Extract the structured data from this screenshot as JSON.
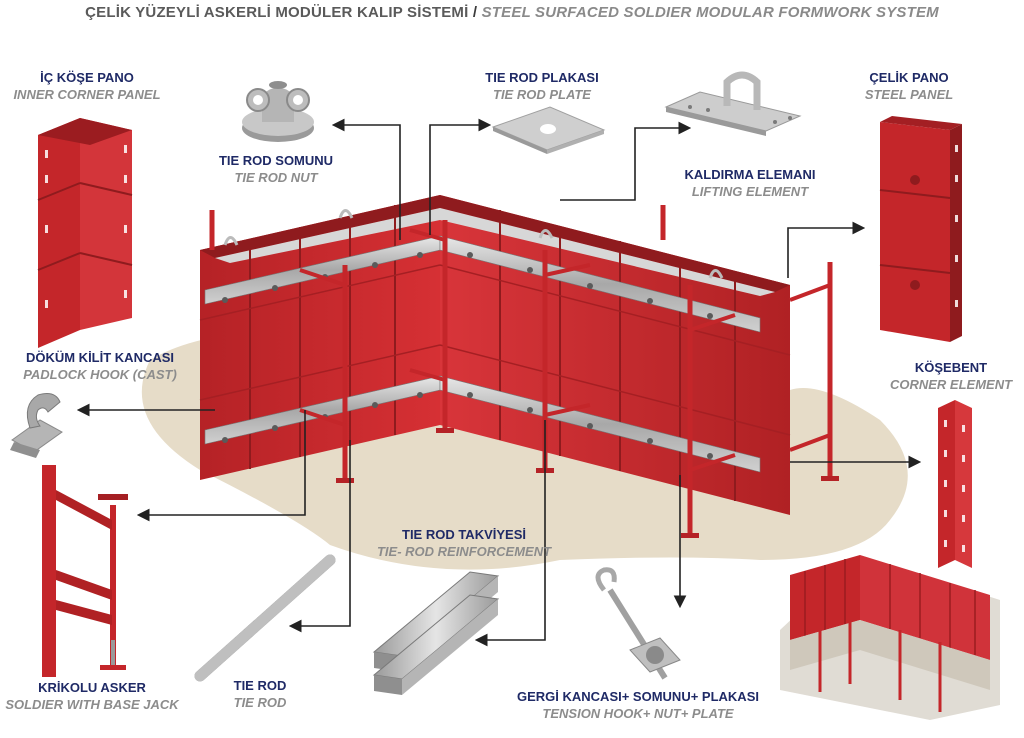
{
  "title": {
    "tr": "ÇELİK YÜZEYLİ ASKERLİ MODÜLER KALIP SİSTEMİ",
    "sep": "/",
    "en": "STEEL SURFACED SOLDIER MODULAR FORMWORK SYSTEM"
  },
  "labels": {
    "inner_corner": {
      "tr": "İÇ KÖŞE PANO",
      "en": "INNER CORNER PANEL"
    },
    "tie_rod_nut": {
      "tr": "TIE ROD SOMUNU",
      "en": "TIE ROD NUT"
    },
    "tie_rod_plate": {
      "tr": "TIE ROD PLAKASI",
      "en": "TIE ROD PLATE"
    },
    "lifting": {
      "tr": "KALDIRMA ELEMANI",
      "en": "LIFTING ELEMENT"
    },
    "steel_panel": {
      "tr": "ÇELİK PANO",
      "en": "STEEL PANEL"
    },
    "padlock": {
      "tr": "DÖKÜM KİLİT KANCASI",
      "en": "PADLOCK HOOK (CAST)"
    },
    "corner_element": {
      "tr": "KÖŞEBENT",
      "en": "CORNER ELEMENT"
    },
    "reinforcement": {
      "tr": "TIE ROD TAKVİYESİ",
      "en": "TIE- ROD REINFORCEMENT"
    },
    "soldier": {
      "tr": "KRİKOLU ASKER",
      "en": "SOLDIER WITH BASE JACK"
    },
    "tie_rod": {
      "tr": "TIE ROD",
      "en": "TIE ROD"
    },
    "tension": {
      "tr": "GERGİ KANCASI+ SOMUNU+ PLAKASI",
      "en": "TENSION HOOK+ NUT+ PLATE"
    }
  },
  "colors": {
    "panel_red": "#c8282c",
    "panel_dark": "#9b1c20",
    "title_blue": "#1f2a66",
    "label_grey": "#8c8c8c",
    "shadow": "#e2d9c7"
  }
}
